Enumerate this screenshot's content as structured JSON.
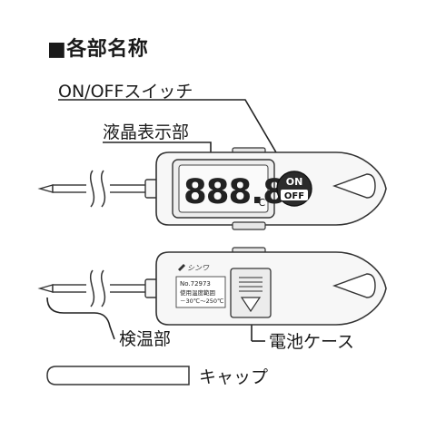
{
  "title": "■各部名称",
  "labels": {
    "switch": "ON/OFFスイッチ",
    "lcd": "液晶表示部",
    "probe": "検温部",
    "battery": "電池ケース",
    "cap": "キャップ"
  },
  "display": {
    "digits": "888.8",
    "unit": "℃"
  },
  "button": {
    "on": "ON",
    "off": "OFF"
  },
  "back_label": {
    "brand": "シンワ",
    "model": "No.72973",
    "range_title": "使用温度範囲",
    "range": "－30℃～250℃"
  },
  "colors": {
    "outline": "#3a3a3a",
    "body_fill": "#f7f7f7",
    "button_fill": "#2b2b2b"
  }
}
